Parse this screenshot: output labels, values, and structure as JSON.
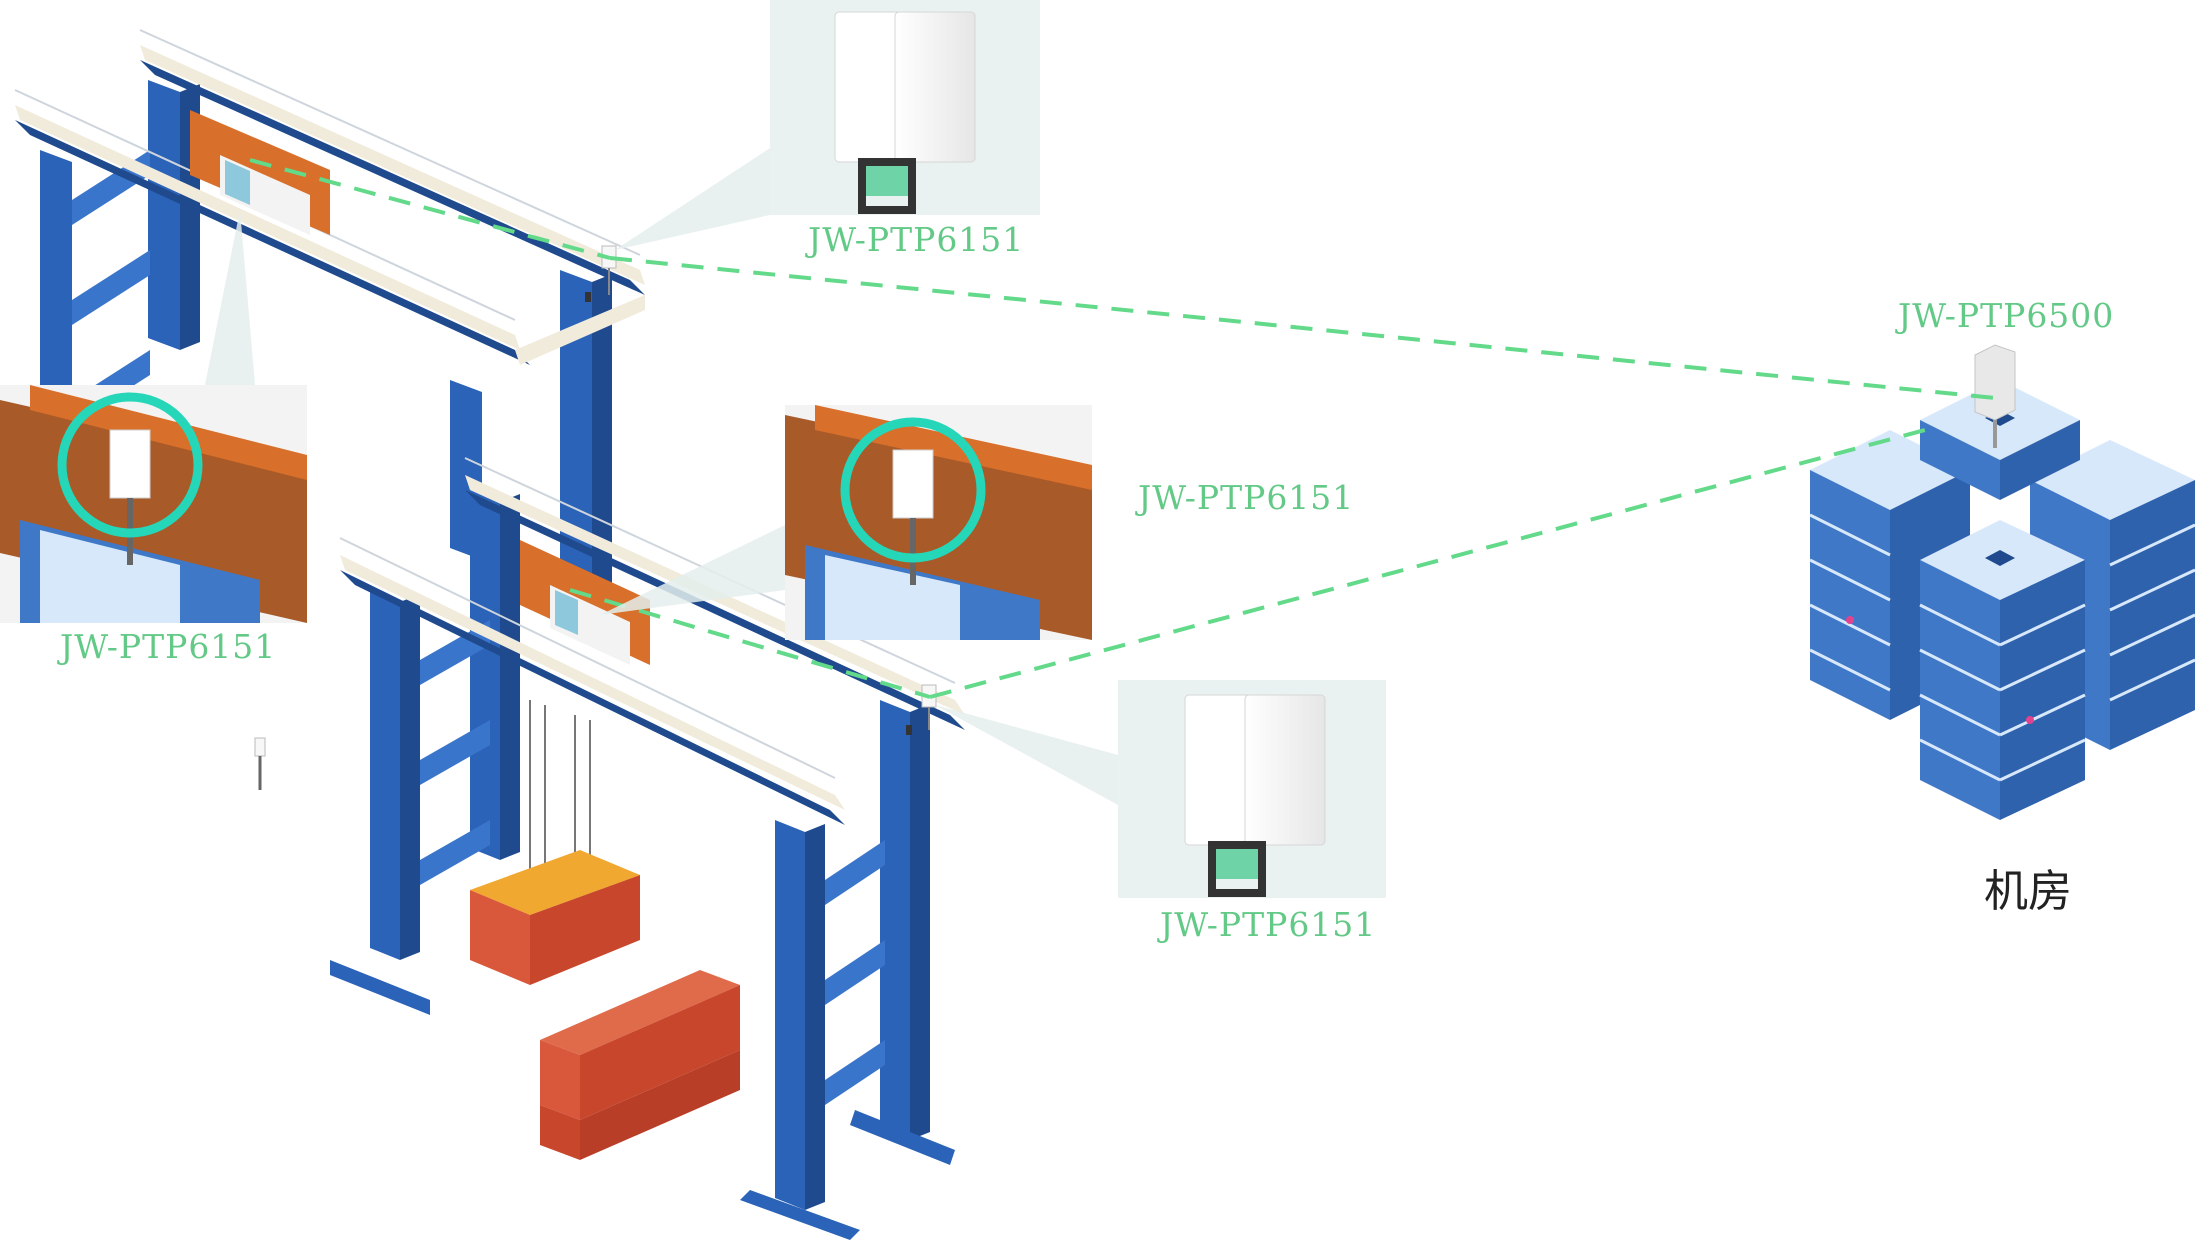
{
  "labels": {
    "tl_inset": "JW-PTP6151",
    "top_device": "JW-PTP6151",
    "mid_inset": "JW-PTP6151",
    "bottom_device": "JW-PTP6151",
    "server_device": "JW-PTP6500",
    "server_room": "机房"
  },
  "colors": {
    "link": "#63d98a",
    "crane_blue": "#2b63b8",
    "crane_dark": "#1f4a8e",
    "deck": "#f1ebdb",
    "orange": "#d86f2a",
    "container": "#d9573a",
    "highlight_ring": "#25d6b9",
    "server_blue": "#3f78c7",
    "server_light": "#d7e8fb",
    "inset_bg": "#e9f2f0"
  }
}
